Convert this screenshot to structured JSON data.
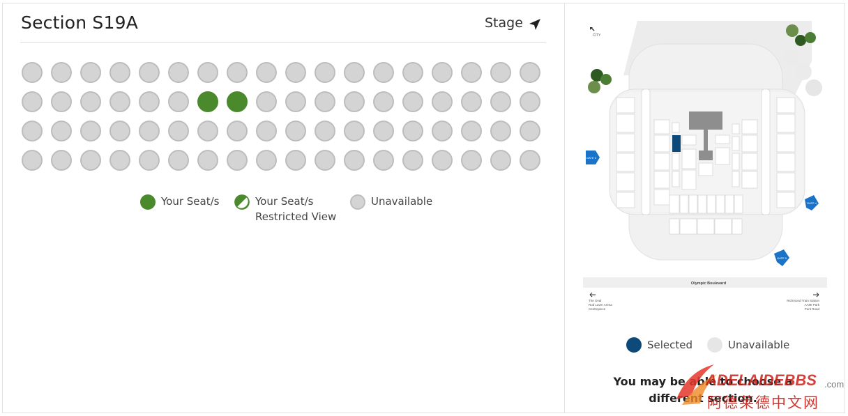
{
  "header": {
    "section_title": "Section S19A",
    "stage_label": "Stage"
  },
  "seat_map": {
    "rows": 4,
    "seats_per_row": 18,
    "my_seats": [
      {
        "row": 2,
        "seat": 7
      },
      {
        "row": 2,
        "seat": 8
      }
    ],
    "colors": {
      "mine": "#4a8a2c",
      "unavailable": "#d4d4d4"
    }
  },
  "legend_left": [
    {
      "label_1": "Your Seat/s",
      "label_2": "",
      "type": "mine"
    },
    {
      "label_1": "Your Seat/s",
      "label_2": "Restricted View",
      "type": "restricted"
    },
    {
      "label_1": "Unavailable",
      "label_2": "",
      "type": "unavailable"
    }
  ],
  "venue_map": {
    "road_label": "Olympic Boulevard",
    "city_label": "CITY",
    "left_destinations": [
      "The Oval",
      "Rod Laver Arena",
      "Centrepiece"
    ],
    "right_destinations": [
      "Richmond Train Station",
      "AAMI Park",
      "Punt Road"
    ],
    "gates": [
      "GATE 3",
      "GATE 4",
      "GATE 5"
    ],
    "colors": {
      "selected": "#0d4a7a",
      "gate": "#1a73c7"
    }
  },
  "legend_right": [
    {
      "label": "Selected",
      "color": "#0d4a7a"
    },
    {
      "label": "Unavailable",
      "color": "#e6e6e6"
    }
  ],
  "message": "You may be able to choose a different section.",
  "watermark": {
    "brand": "ADELAIDEBBS",
    "suffix": ".com",
    "chinese": "阿德莱德中文网"
  }
}
